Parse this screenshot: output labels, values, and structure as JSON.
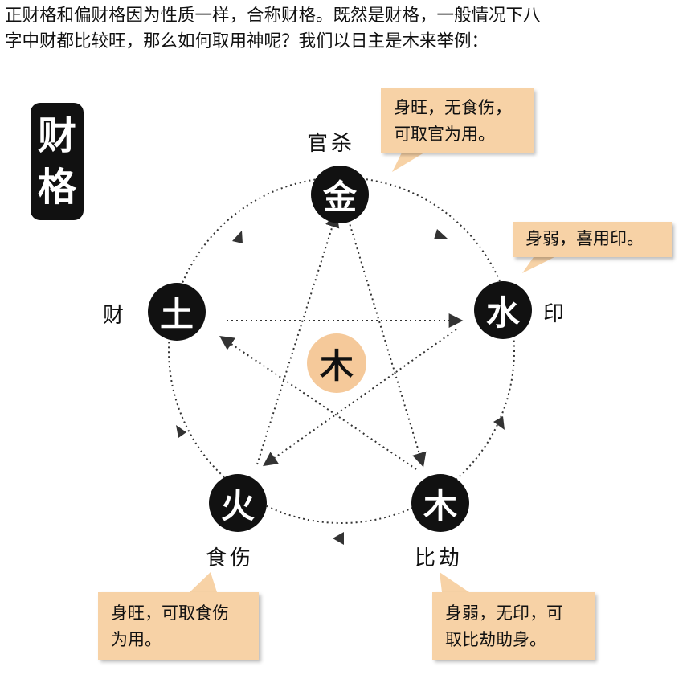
{
  "intro": {
    "line1": "正财格和偏财格因为性质一样，合称财格。既然是财格，一般情况下八",
    "line2": "字中财都比较旺，那么如何取用神呢？我们以日主是木来举例："
  },
  "side_title": {
    "char1": "财",
    "char2": "格"
  },
  "center": {
    "char": "木"
  },
  "nodes": {
    "top": {
      "char": "金",
      "label": "官杀"
    },
    "right": {
      "char": "水",
      "label": "印"
    },
    "bottom_right": {
      "char": "木",
      "label": "比劫"
    },
    "bottom_left": {
      "char": "火",
      "label": "食伤"
    },
    "left": {
      "char": "土",
      "label": "财"
    }
  },
  "notes": {
    "top": {
      "line1": "身旺，无食伤，",
      "line2": "可取官为用。"
    },
    "right": {
      "line1": "身弱，喜用印。"
    },
    "bottom_left": {
      "line1": "身旺，可取食伤",
      "line2": "为用。"
    },
    "bottom_right": {
      "line1": "身弱，无印，可",
      "line2": "取比劫助身。"
    }
  },
  "colors": {
    "node_fill": "#111111",
    "center_fill": "#f5c99a",
    "note_fill": "#f7d2a6",
    "line": "#333333"
  }
}
